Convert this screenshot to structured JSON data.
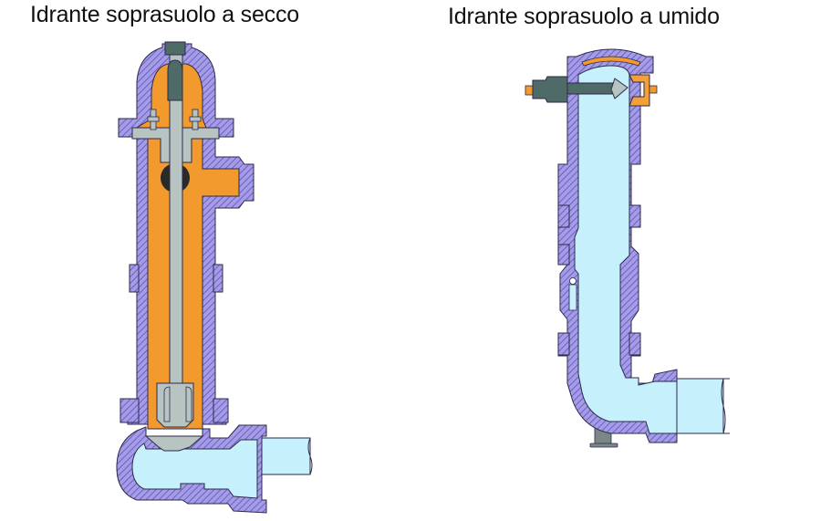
{
  "figure": {
    "left_diagram": {
      "title": "Idrante soprasuolo a secco",
      "parts": [
        "hatched cast-iron body",
        "operating stem",
        "drain ball",
        "main valve",
        "outlet nozzle",
        "water supply pipe"
      ]
    },
    "right_diagram": {
      "title": "Idrante soprasuolo a umido",
      "parts": [
        "hatched cast-iron body",
        "side valve stem",
        "valve cone",
        "valve bonnet",
        "water-filled column",
        "water supply pipe",
        "base support"
      ]
    }
  },
  "colors": {
    "body": "#9f96e6",
    "hatch": "#5a4fb0",
    "outline": "#2c2a4a",
    "dry_interior": "#f29a2e",
    "water": "#c6f0fb",
    "stem_light": "#b8c4c2",
    "stem_dark": "#4f6b68",
    "ball": "#2a2a2a",
    "bonnet": "#f2a03a"
  }
}
